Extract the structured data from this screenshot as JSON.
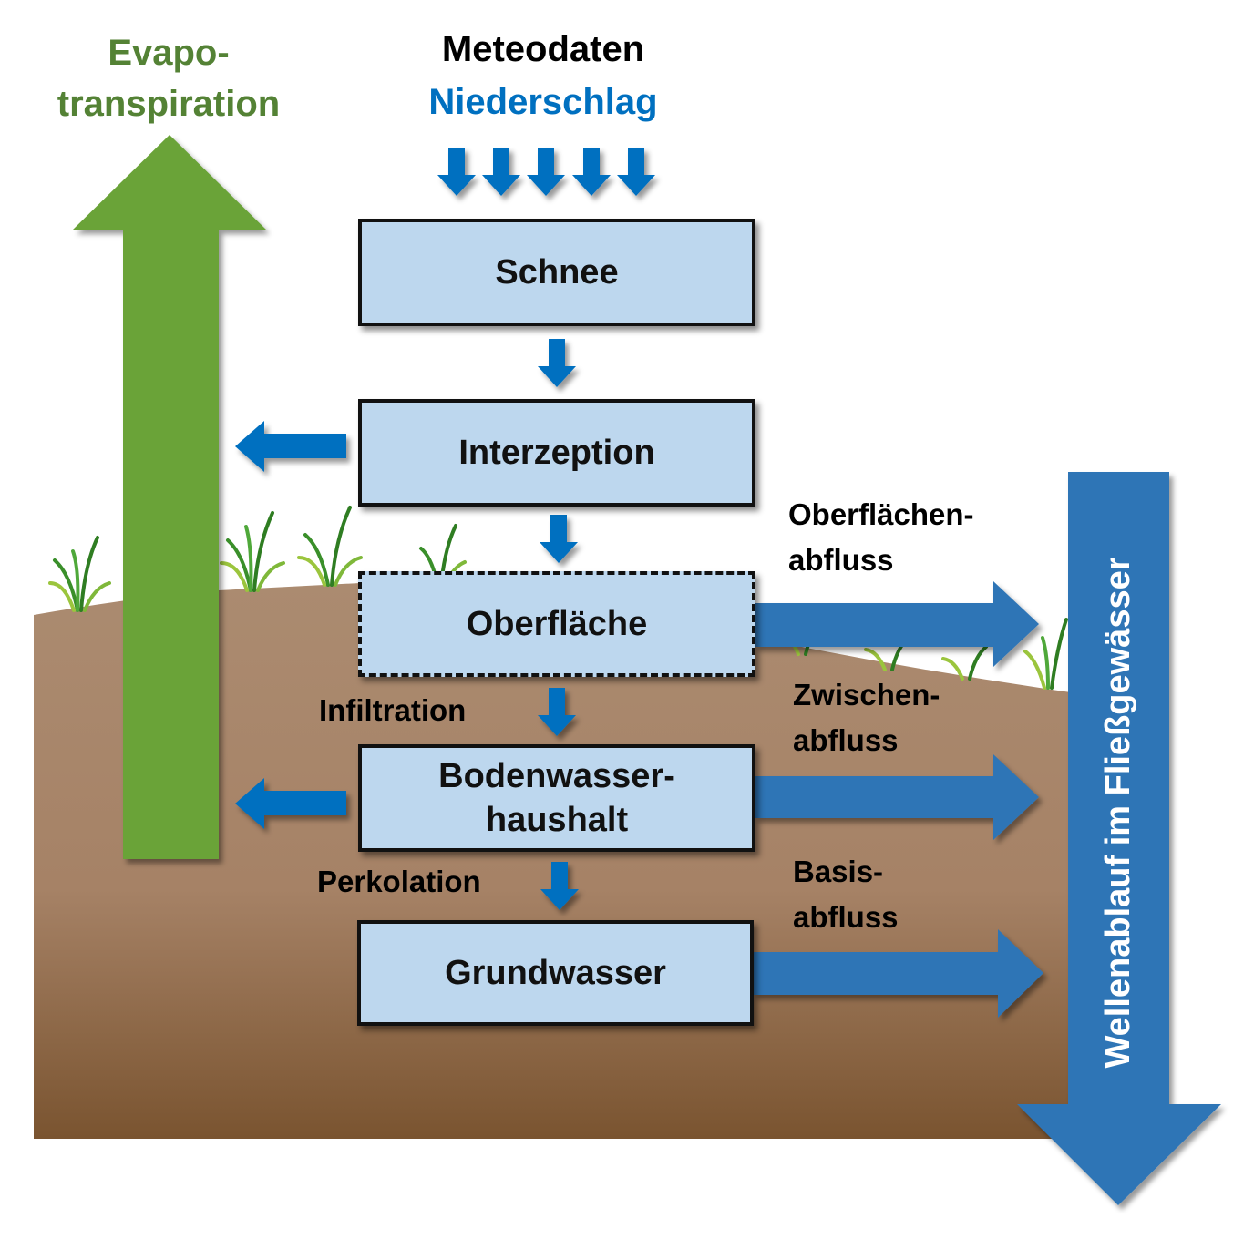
{
  "title": {
    "evapotranspiration_line1": "Evapo-",
    "evapotranspiration_line2": "transpiration",
    "meteodata": "Meteodaten",
    "precipitation": "Niederschlag"
  },
  "boxes": {
    "snow": "Schnee",
    "interception": "Interzeption",
    "surface": "Oberfläche",
    "soil_water": "Bodenwasser-\nhaushalt",
    "groundwater": "Grundwasser"
  },
  "flows": {
    "infiltration": "Infiltration",
    "percolation": "Perkolation",
    "surface_runoff_line1": "Oberflächen-",
    "surface_runoff_line2": "abfluss",
    "interflow_line1": "Zwischen-",
    "interflow_line2": "abfluss",
    "baseflow_line1": "Basis-",
    "baseflow_line2": "abfluss",
    "river_routing": "Wellenablauf im Fließgewässer"
  },
  "colors": {
    "evapotranspiration_green": "#6aa339",
    "title_green": "#548235",
    "precip_blue": "#0070c0",
    "flow_blue": "#2e75b6",
    "box_fill": "#bdd7ee",
    "soil_top": "#a98a6e",
    "soil_bottom": "#7a5430"
  }
}
